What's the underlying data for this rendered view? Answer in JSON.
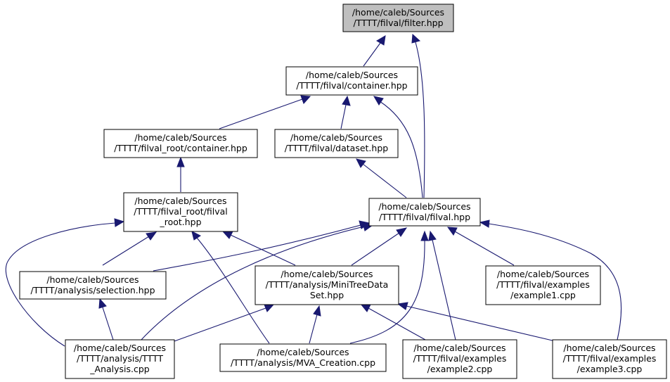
{
  "graph": {
    "nodes": {
      "filter": [
        "/home/caleb/Sources",
        "/TTTT/filval/filter.hpp"
      ],
      "container": [
        "/home/caleb/Sources",
        "/TTTT/filval/container.hpp"
      ],
      "root_container": [
        "/home/caleb/Sources",
        "/TTTT/filval_root/container.hpp"
      ],
      "dataset": [
        "/home/caleb/Sources",
        "/TTTT/filval/dataset.hpp"
      ],
      "filval": [
        "/home/caleb/Sources",
        "/TTTT/filval/filval.hpp"
      ],
      "filval_root": [
        "/home/caleb/Sources",
        "/TTTT/filval_root/filval",
        "_root.hpp"
      ],
      "selection": [
        "/home/caleb/Sources",
        "/TTTT/analysis/selection.hpp"
      ],
      "minitree": [
        "/home/caleb/Sources",
        "/TTTT/analysis/MiniTreeData",
        "Set.hpp"
      ],
      "example1": [
        "/home/caleb/Sources",
        "/TTTT/filval/examples",
        "/example1.cpp"
      ],
      "tttt_analysis": [
        "/home/caleb/Sources",
        "/TTTT/analysis/TTTT",
        "_Analysis.cpp"
      ],
      "mva": [
        "/home/caleb/Sources",
        "/TTTT/analysis/MVA_Creation.cpp"
      ],
      "example2": [
        "/home/caleb/Sources",
        "/TTTT/filval/examples",
        "/example2.cpp"
      ],
      "example3": [
        "/home/caleb/Sources",
        "/TTTT/filval/examples",
        "/example3.cpp"
      ]
    }
  }
}
